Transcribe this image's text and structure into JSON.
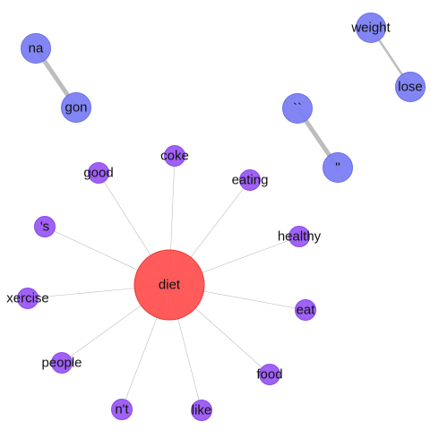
{
  "colors": {
    "hub": "#ff4d4d",
    "hub_stroke": "#e83c3c",
    "leaf": "#9b59f5",
    "leaf_stroke": "#8a49e8",
    "pair": "#7b80f4",
    "pair_stroke": "#6a6fe6",
    "edge": "#bdbdbd"
  },
  "nodes": [
    {
      "id": "diet",
      "label": "diet",
      "group": "hub",
      "size": "large"
    },
    {
      "id": "coke",
      "label": "coke",
      "group": "leaf"
    },
    {
      "id": "good",
      "label": "good",
      "group": "leaf"
    },
    {
      "id": "eating",
      "label": "eating",
      "group": "leaf"
    },
    {
      "id": "healthy",
      "label": "healthy",
      "group": "leaf"
    },
    {
      "id": "s",
      "label": "'s",
      "group": "leaf"
    },
    {
      "id": "exercise",
      "label": "xercise",
      "group": "leaf"
    },
    {
      "id": "eat",
      "label": "eat",
      "group": "leaf"
    },
    {
      "id": "people",
      "label": "people",
      "group": "leaf"
    },
    {
      "id": "food",
      "label": "food",
      "group": "leaf"
    },
    {
      "id": "nt",
      "label": "n't",
      "group": "leaf"
    },
    {
      "id": "like",
      "label": "like",
      "group": "leaf"
    },
    {
      "id": "na",
      "label": "na",
      "group": "pair"
    },
    {
      "id": "gon",
      "label": "gon",
      "group": "pair"
    },
    {
      "id": "weight",
      "label": "weight",
      "group": "pair"
    },
    {
      "id": "lose",
      "label": "lose",
      "group": "pair"
    },
    {
      "id": "backticks",
      "label": "``",
      "group": "pair"
    },
    {
      "id": "quotes",
      "label": "''",
      "group": "pair"
    }
  ],
  "edges": [
    {
      "source": "diet",
      "target": "coke",
      "weight": "thin"
    },
    {
      "source": "diet",
      "target": "good",
      "weight": "thin"
    },
    {
      "source": "diet",
      "target": "eating",
      "weight": "thin"
    },
    {
      "source": "diet",
      "target": "healthy",
      "weight": "thin"
    },
    {
      "source": "diet",
      "target": "s",
      "weight": "thin"
    },
    {
      "source": "diet",
      "target": "exercise",
      "weight": "thin"
    },
    {
      "source": "diet",
      "target": "eat",
      "weight": "thin"
    },
    {
      "source": "diet",
      "target": "people",
      "weight": "thin"
    },
    {
      "source": "diet",
      "target": "food",
      "weight": "thin"
    },
    {
      "source": "diet",
      "target": "nt",
      "weight": "thin"
    },
    {
      "source": "diet",
      "target": "like",
      "weight": "thin"
    },
    {
      "source": "na",
      "target": "gon",
      "weight": "heavy"
    },
    {
      "source": "weight",
      "target": "lose",
      "weight": "medium"
    },
    {
      "source": "backticks",
      "target": "quotes",
      "weight": "heavy"
    }
  ]
}
